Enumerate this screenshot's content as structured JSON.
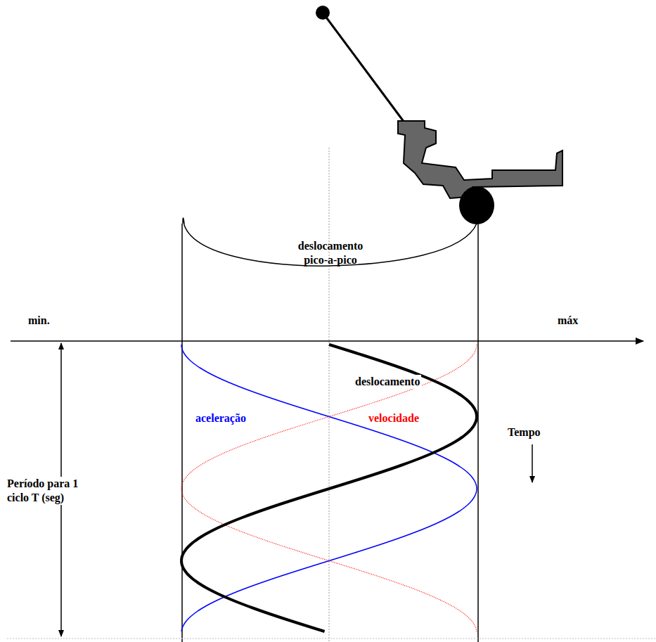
{
  "diagram": {
    "labels": [
      "deslocamento pico-a-pico",
      "min.",
      "máx",
      "deslocamento",
      "aceleração",
      "velocidade",
      "Tempo",
      "Período para 1 ciclo T (seg)"
    ]
  }
}
